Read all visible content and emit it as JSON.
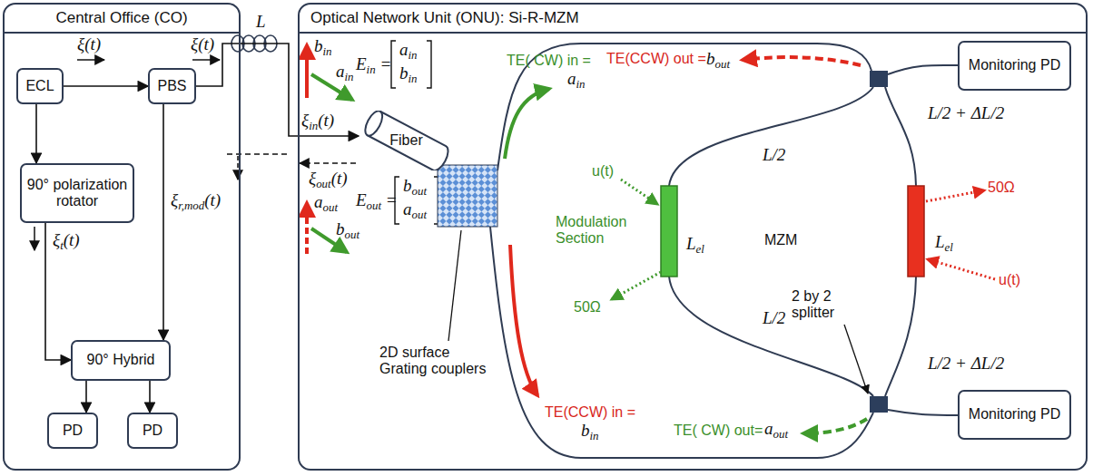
{
  "diagram": {
    "nodes": [
      {
        "text": [
          "Central Office (CO)"
        ]
      },
      {
        "text": [
          "ECL"
        ],
        "in": 0
      },
      {
        "text": [
          "PBS"
        ],
        "in": 0
      },
      {
        "text": [
          "90° polarization rotator"
        ],
        "in": 0
      },
      {
        "text": [
          "90° Hybrid"
        ],
        "in": 0
      },
      {
        "text": [
          "PD"
        ],
        "in": 0
      },
      {
        "text": [
          "PD"
        ],
        "in": 0
      },
      {
        "text": [
          "Optical Network Unit (ONU): Si-R-MZM"
        ]
      },
      {
        "text": [
          "Fiber"
        ],
        "in": 7
      },
      {
        "text": [
          "Monitoring PD"
        ],
        "in": 7
      },
      {
        "text": [
          "Monitoring PD"
        ],
        "in": 7
      }
    ],
    "edges": [
      {
        "from": 1,
        "to": 2,
        "arrow": "to"
      },
      {
        "from": 1,
        "to": 3,
        "arrow": "to"
      },
      {
        "from": 3,
        "to": 4,
        "arrow": "to"
      },
      {
        "from": 2,
        "to": 4,
        "arrow": "to"
      },
      {
        "from": 4,
        "to": 5,
        "arrow": "to"
      },
      {
        "from": 4,
        "to": 6,
        "arrow": "to"
      },
      {
        "from": 2,
        "to": 8,
        "arrow": "to"
      }
    ],
    "labels": [
      "ξ(t)",
      "ξ(t)",
      "ξt(t)",
      "ξr,mod(t)",
      "L",
      "Ein =",
      "ain",
      "bin",
      "ξin(t)",
      "ξout(t)",
      "Eout =",
      "bout",
      "aout",
      "bin",
      "ain",
      "aout",
      "bout",
      "TE( CW) in =",
      "ain",
      "TE(CCW) out =",
      "bout",
      "TE(CCW) in =",
      "bin",
      "TE( CW) out=",
      "aout",
      "u(t)",
      "Modulation Section",
      "50Ω",
      "Lel",
      "L/2",
      "L/2 + ΔL/2",
      "MZM",
      "2 by 2 splitter",
      "L/2",
      "L/2 + ΔL/2",
      "Lel",
      "50Ω",
      "u(t)",
      "2D surface Grating couplers"
    ]
  }
}
